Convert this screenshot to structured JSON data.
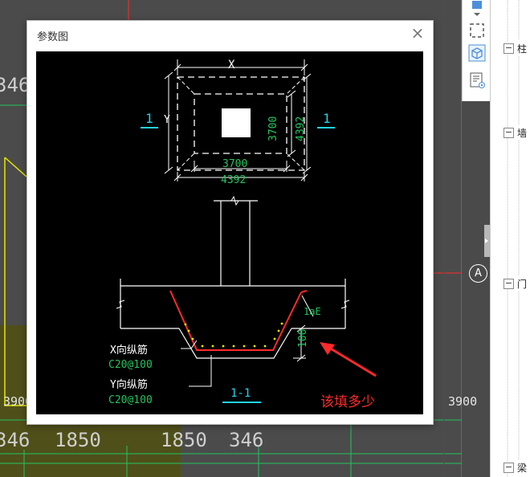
{
  "background_cad": {
    "dims_top": [
      "346"
    ],
    "dims_bottom": [
      "346",
      "1850",
      "1850",
      "346"
    ],
    "label_3900_left": "3900",
    "label_3900_right": "3900",
    "axis_label": "A"
  },
  "dialog": {
    "title": "参数图",
    "close_icon": "close-icon"
  },
  "figure": {
    "plan_x": "X",
    "plan_y": "Y",
    "inner_dim_h": "3700",
    "outer_dim_h": "4392",
    "inner_dim_v": "3700",
    "outer_dim_v": "4392",
    "section_mark_left": "1",
    "section_mark_right": "1",
    "lae": "1aE",
    "depth": "100",
    "x_rebar_label": "X向纵筋",
    "x_rebar_value": "C20@100",
    "y_rebar_label": "Y向纵筋",
    "y_rebar_value": "C20@100",
    "section_title": "1-1",
    "question": "该填多少"
  },
  "right_panel": {
    "tree": [
      {
        "label": "柱"
      },
      {
        "label": "墙"
      },
      {
        "label": "门"
      },
      {
        "label": "梁"
      }
    ]
  },
  "colors": {
    "cad_green": "#22c55e",
    "cad_cyan": "#22d3ee",
    "cad_red": "#ff2a2a",
    "cad_yellow": "#e8e800"
  }
}
